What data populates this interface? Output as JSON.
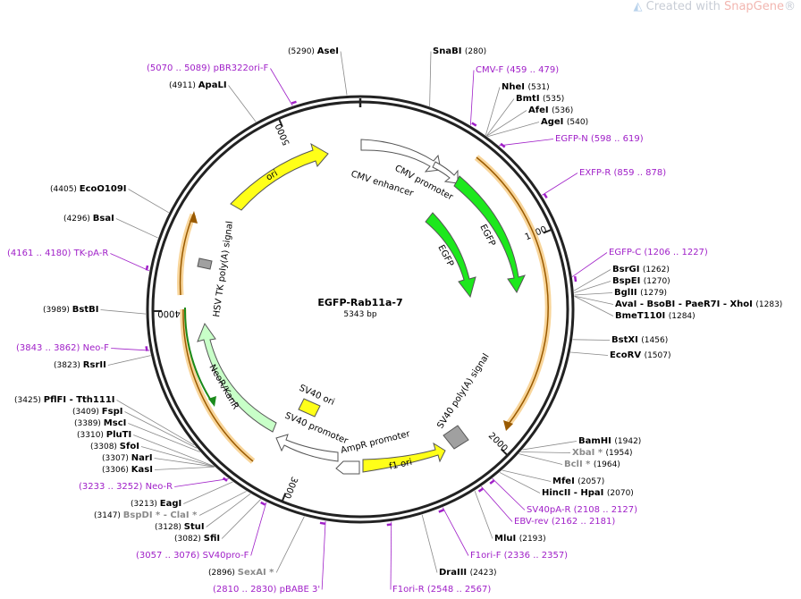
{
  "watermark": {
    "prefix": "Created with ",
    "brand": "SnapGene",
    "reg": "®"
  },
  "plasmid": {
    "name": "EGFP-Rab11a-7",
    "size_label": "5343 bp",
    "length": 5343
  },
  "ticks": [
    {
      "label": "1000",
      "pos": 1000
    },
    {
      "label": "2000",
      "pos": 2000
    },
    {
      "label": "3000",
      "pos": 3000
    },
    {
      "label": "4000",
      "pos": 4000
    },
    {
      "label": "5000",
      "pos": 5000
    }
  ],
  "features": [
    {
      "label": "CMV enhancer",
      "color": "#ffffff"
    },
    {
      "label": "CMV promoter",
      "color": "#ffffff"
    },
    {
      "label": "EGFP",
      "color": "#1de81d"
    },
    {
      "label": "EGFP",
      "color": "#1de81d"
    },
    {
      "label": "SV40 poly(A) signal",
      "color": "#a0a0a0"
    },
    {
      "label": "f1 ori",
      "color": "#ffff18"
    },
    {
      "label": "AmpR promoter",
      "color": "#ffffff"
    },
    {
      "label": "SV40 promoter",
      "color": "#ffffff"
    },
    {
      "label": "SV40 ori",
      "color": "#ffff18"
    },
    {
      "label": "NeoR/KanR",
      "color": "#c8ffc8"
    },
    {
      "label": "HSV TK poly(A) signal",
      "color": "#a0a0a0"
    },
    {
      "label": "ori",
      "color": "#ffff18"
    }
  ],
  "labels": [
    {
      "kind": "site",
      "name": "AseI",
      "pos": "(5290)",
      "side": "L"
    },
    {
      "kind": "site",
      "name": "SnaBI",
      "pos": "(280)",
      "side": "R"
    },
    {
      "kind": "primer",
      "name": "pBR322ori-F",
      "pos": "(5070 .. 5089)",
      "side": "L"
    },
    {
      "kind": "primer",
      "name": "CMV-F",
      "pos": "(459 .. 479)",
      "side": "R"
    },
    {
      "kind": "site",
      "name": "ApaLI",
      "pos": "(4911)",
      "side": "L"
    },
    {
      "kind": "site",
      "name": "NheI",
      "pos": "(531)",
      "side": "R"
    },
    {
      "kind": "site",
      "name": "BmtI",
      "pos": "(535)",
      "side": "R"
    },
    {
      "kind": "site",
      "name": "AfeI",
      "pos": "(536)",
      "side": "R"
    },
    {
      "kind": "site",
      "name": "AgeI",
      "pos": "(540)",
      "side": "R"
    },
    {
      "kind": "primer",
      "name": "EGFP-N",
      "pos": "(598 .. 619)",
      "side": "R"
    },
    {
      "kind": "primer",
      "name": "EXFP-R",
      "pos": "(859 .. 878)",
      "side": "R"
    },
    {
      "kind": "site",
      "name": "EcoO109I",
      "pos": "(4405)",
      "side": "L"
    },
    {
      "kind": "site",
      "name": "BsaI",
      "pos": "(4296)",
      "side": "L"
    },
    {
      "kind": "primer",
      "name": "TK-pA-R",
      "pos": "(4161 .. 4180)",
      "side": "L"
    },
    {
      "kind": "primer",
      "name": "EGFP-C",
      "pos": "(1206 .. 1227)",
      "side": "R"
    },
    {
      "kind": "site",
      "name": "BsrGI",
      "pos": "(1262)",
      "side": "R"
    },
    {
      "kind": "site",
      "name": "BspEI",
      "pos": "(1270)",
      "side": "R"
    },
    {
      "kind": "site",
      "name": "BglII",
      "pos": "(1279)",
      "side": "R"
    },
    {
      "kind": "site",
      "name": "AvaI - BsoBI - PaeR7I - XhoI",
      "pos": "(1283)",
      "side": "R"
    },
    {
      "kind": "site",
      "name": "BmeT110I",
      "pos": "(1284)",
      "side": "R"
    },
    {
      "kind": "site",
      "name": "BstBI",
      "pos": "(3989)",
      "side": "L"
    },
    {
      "kind": "primer",
      "name": "Neo-F",
      "pos": "(3843 .. 3862)",
      "side": "L"
    },
    {
      "kind": "site",
      "name": "RsrII",
      "pos": "(3823)",
      "side": "L"
    },
    {
      "kind": "site",
      "name": "BstXI",
      "pos": "(1456)",
      "side": "R"
    },
    {
      "kind": "site",
      "name": "EcoRV",
      "pos": "(1507)",
      "side": "R"
    },
    {
      "kind": "site",
      "name": "PflFI - Tth111I",
      "pos": "(3425)",
      "side": "L"
    },
    {
      "kind": "site",
      "name": "FspI",
      "pos": "(3409)",
      "side": "L"
    },
    {
      "kind": "site",
      "name": "MscI",
      "pos": "(3389)",
      "side": "L"
    },
    {
      "kind": "site",
      "name": "PluTI",
      "pos": "(3310)",
      "side": "L"
    },
    {
      "kind": "site",
      "name": "SfoI",
      "pos": "(3308)",
      "side": "L"
    },
    {
      "kind": "site",
      "name": "NarI",
      "pos": "(3307)",
      "side": "L"
    },
    {
      "kind": "site",
      "name": "KasI",
      "pos": "(3306)",
      "side": "L"
    },
    {
      "kind": "primer",
      "name": "Neo-R",
      "pos": "(3233 .. 3252)",
      "side": "L"
    },
    {
      "kind": "site",
      "name": "EagI",
      "pos": "(3213)",
      "side": "L"
    },
    {
      "kind": "site",
      "name": "BspDI * - ClaI *",
      "pos": "(3147)",
      "side": "L",
      "gray": true
    },
    {
      "kind": "site",
      "name": "StuI",
      "pos": "(3128)",
      "side": "L"
    },
    {
      "kind": "site",
      "name": "SfiI",
      "pos": "(3082)",
      "side": "L"
    },
    {
      "kind": "primer",
      "name": "SV40pro-F",
      "pos": "(3057 .. 3076)",
      "side": "L"
    },
    {
      "kind": "site",
      "name": "SexAI *",
      "pos": "(2896)",
      "side": "L",
      "gray": true
    },
    {
      "kind": "primer",
      "name": "pBABE 3'",
      "pos": "(2810 .. 2830)",
      "side": "L"
    },
    {
      "kind": "site",
      "name": "BamHI",
      "pos": "(1942)",
      "side": "R"
    },
    {
      "kind": "site",
      "name": "XbaI *",
      "pos": "(1954)",
      "side": "R",
      "gray": true
    },
    {
      "kind": "site",
      "name": "BclI *",
      "pos": "(1964)",
      "side": "R",
      "gray": true
    },
    {
      "kind": "site",
      "name": "MfeI",
      "pos": "(2057)",
      "side": "R"
    },
    {
      "kind": "site",
      "name": "HincII - HpaI",
      "pos": "(2070)",
      "side": "R"
    },
    {
      "kind": "primer",
      "name": "SV40pA-R",
      "pos": "(2108 .. 2127)",
      "side": "R"
    },
    {
      "kind": "primer",
      "name": "EBV-rev",
      "pos": "(2162 .. 2181)",
      "side": "R"
    },
    {
      "kind": "site",
      "name": "MluI",
      "pos": "(2193)",
      "side": "L"
    },
    {
      "kind": "primer",
      "name": "F1ori-F",
      "pos": "(2336 .. 2357)",
      "side": "R"
    },
    {
      "kind": "site",
      "name": "DraIII",
      "pos": "(2423)",
      "side": "R"
    },
    {
      "kind": "primer",
      "name": "F1ori-R",
      "pos": "(2548 .. 2567)",
      "side": "R"
    }
  ]
}
